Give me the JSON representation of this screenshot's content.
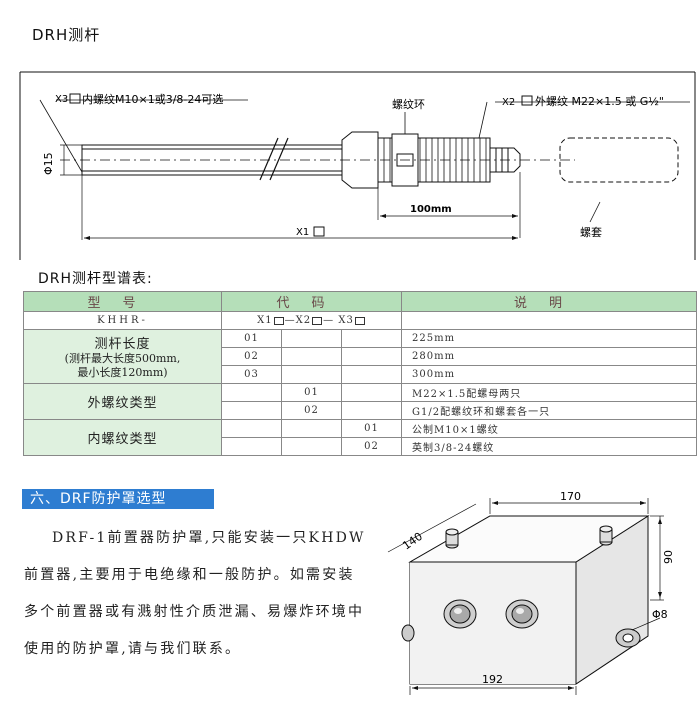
{
  "page_title": "DRH测杆",
  "drawing1": {
    "x3_label": "X3",
    "x3_text": "内螺纹M10×1或3/8-24可选",
    "ring_label": "螺纹环",
    "x2_label": "X2",
    "x2_text": "外螺纹 M22×1.5 或 G½\"",
    "dia_label": "Φ15",
    "dim_100": "100mm",
    "x1_label": "X1",
    "sleeve_label": "螺套"
  },
  "table_title": "DRH测杆型谱表:",
  "table": {
    "headers": [
      "型号",
      "代码",
      "说明"
    ],
    "model_row": {
      "model": "KHHR-",
      "x1": "X1",
      "sep1": "—X2",
      "sep2": "— X3"
    },
    "group_length": {
      "title": "测杆长度",
      "sub1": "(测杆最大长度500mm,",
      "sub2": "最小长度120mm)"
    },
    "group_ext": "外螺纹类型",
    "group_int": "内螺纹类型",
    "rows": [
      {
        "code": "01",
        "desc": "225mm"
      },
      {
        "code": "02",
        "desc": "280mm"
      },
      {
        "code": "03",
        "desc": "300mm"
      },
      {
        "code": "01",
        "desc": "M22×1.5配螺母两只"
      },
      {
        "code": "02",
        "desc": "G1/2配螺纹环和螺套各一只"
      },
      {
        "code": "01",
        "desc": "公制M10×1螺纹"
      },
      {
        "code": "02",
        "desc": "英制3/8-24螺纹"
      }
    ]
  },
  "section": {
    "header": "六、DRF防护罩选型",
    "paragraph": "DRF-1前置器防护罩,只能安装一只KHDW前置器,主要用于电绝缘和一般防护。如需安装多个前置器或有溅射性介质泄漏、易爆炸环境中使用的防护罩,请与我们联系。"
  },
  "drawing2": {
    "dim_170": "170",
    "dim_140": "140",
    "dim_90": "90",
    "dim_phi8": "Φ8",
    "dim_192": "192"
  },
  "colors": {
    "table_header": "#b5dfb9",
    "table_group": "#dff1df",
    "section_header": "#2e7dd1"
  }
}
